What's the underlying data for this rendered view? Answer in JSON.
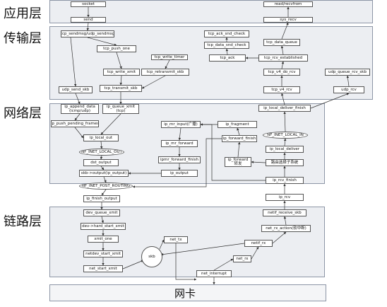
{
  "layers": [
    {
      "key": "app",
      "label": "应用层"
    },
    {
      "key": "transport",
      "label": "传输层"
    },
    {
      "key": "network",
      "label": "网络层"
    },
    {
      "key": "link",
      "label": "链路层"
    }
  ],
  "nic": {
    "label": "网卡"
  },
  "nodes": [
    {
      "id": "socket",
      "label": "socket"
    },
    {
      "id": "send",
      "label": "send"
    },
    {
      "id": "read_recvfrom",
      "label": "read/recvfrom"
    },
    {
      "id": "sys_recv",
      "label": "sys_recv"
    },
    {
      "id": "tcp_sendmsg",
      "label": "tcp_sendmsg/udp_sendmsg"
    },
    {
      "id": "tcp_push_one",
      "label": "tcp_push_one"
    },
    {
      "id": "tcp_write_xmit",
      "label": "tcp_write_xmit"
    },
    {
      "id": "tcp_write_timer",
      "label": "tcp_write_timer"
    },
    {
      "id": "tcp_retransmit_skb",
      "label": "tcp_retransmit_skb"
    },
    {
      "id": "udp_send_skb",
      "label": "udp_send_skb"
    },
    {
      "id": "tcp_transmit_skb",
      "label": "tcp_transmit_skb"
    },
    {
      "id": "tcp_ack_snd_check",
      "label": "tcp_ack_snd_check"
    },
    {
      "id": "tcp_data_snd_check",
      "label": "tcp_data_snd_check"
    },
    {
      "id": "tcp_ack",
      "label": "tcp_ack"
    },
    {
      "id": "tcp_data_queue",
      "label": "tcp_data_queue"
    },
    {
      "id": "tcp_rcv_established",
      "label": "tcp_rcv_established"
    },
    {
      "id": "tcp_v4_do_rcv",
      "label": "tcp_v4_do_rcv"
    },
    {
      "id": "tcp_v4_rcv",
      "label": "tcp_v4_rcv"
    },
    {
      "id": "udp_queue_rcv_skb",
      "label": "udp_queue_rcv_skb"
    },
    {
      "id": "udp_rcv",
      "label": "udp_rcv"
    },
    {
      "id": "ip_append_data",
      "label": "ip_append_data\n(icmp/udp)"
    },
    {
      "id": "ip_queue_xmit",
      "label": "ip_queue_xmit\n(tcp)"
    },
    {
      "id": "ip_push_pending_frames",
      "label": "ip_push_pending_frames"
    },
    {
      "id": "ip_local_out",
      "label": "ip_local_out"
    },
    {
      "id": "nf_inet_local_out",
      "label": "NF_INET_LOCAL_OUT"
    },
    {
      "id": "dst_output",
      "label": "dst_output"
    },
    {
      "id": "skb_output",
      "label": "skb->output(ip_output)"
    },
    {
      "id": "nf_inet_post_routing",
      "label": "NF_INET_POST_ROUTING"
    },
    {
      "id": "ip_finish_output",
      "label": "ip_finish_output"
    },
    {
      "id": "ip_mr_input",
      "label": "ip_mr_input(广播)"
    },
    {
      "id": "ip_mr_forward",
      "label": "ip_mr_forward"
    },
    {
      "id": "ipmr_forward_finish",
      "label": "ipmr_forward_finish"
    },
    {
      "id": "ip_output",
      "label": "ip_output"
    },
    {
      "id": "ip_fragment",
      "label": "ip_fragment"
    },
    {
      "id": "ip_forward_finish",
      "label": "ip_forward_finish"
    },
    {
      "id": "ip_forward",
      "label": "ip_forward\n转发"
    },
    {
      "id": "ip_local_deliver_finish",
      "label": "ip_local_deliver_finish"
    },
    {
      "id": "nf_inet_local_in",
      "label": "NF_INET_LOCAL_IN"
    },
    {
      "id": "ip_local_deliver",
      "label": "ip_local_deliver"
    },
    {
      "id": "routing_select",
      "label": "路由选择子系统"
    },
    {
      "id": "ip_rcv_finish",
      "label": "ip_rcv_finish"
    },
    {
      "id": "ip_rcv",
      "label": "ip_rcv"
    },
    {
      "id": "dev_queue_xmit",
      "label": "dev_queue_xmit"
    },
    {
      "id": "dev_hard_start_xmit",
      "label": "dev->hard_start_xmit"
    },
    {
      "id": "xmit_one",
      "label": "xmit_one"
    },
    {
      "id": "netdev_start_xmit",
      "label": "netdev_start_xmit"
    },
    {
      "id": "net_start_xmit",
      "label": "net_start_xmit"
    },
    {
      "id": "skb",
      "label": "skb"
    },
    {
      "id": "net_tx",
      "label": "net_tx"
    },
    {
      "id": "net_rx",
      "label": "net_rx"
    },
    {
      "id": "netif_rx",
      "label": "netif_rx"
    },
    {
      "id": "net_rx_action",
      "label": "net_rx_action(软中断)"
    },
    {
      "id": "netif_receive_skb",
      "label": "netif_receive_skb"
    },
    {
      "id": "net_interrupt",
      "label": "net_interrupt"
    }
  ]
}
